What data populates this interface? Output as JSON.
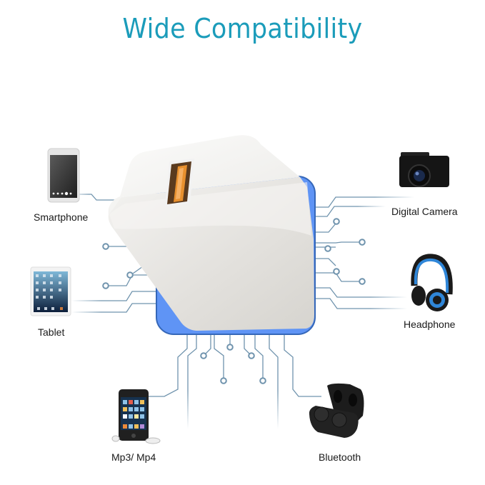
{
  "title": "Wide Compatibility",
  "colors": {
    "title": "#1b9cba",
    "chip_fill": "#5f94f5",
    "chip_border": "#3567b8",
    "trace": "#6f93ad",
    "charger_body": "#e8e6e2",
    "usb_port": "#e38a2c"
  },
  "devices": [
    {
      "id": "smartphone",
      "label": "Smartphone",
      "icon": "smartphone-icon"
    },
    {
      "id": "tablet",
      "label": "Tablet",
      "icon": "tablet-icon"
    },
    {
      "id": "mp3",
      "label": "Mp3/ Mp4",
      "icon": "music-player-icon"
    },
    {
      "id": "camera",
      "label": "Digital Camera",
      "icon": "camera-icon"
    },
    {
      "id": "headphone",
      "label": "Headphone",
      "icon": "headphone-icon"
    },
    {
      "id": "bluetooth",
      "label": "Bluetooth",
      "icon": "earbuds-icon"
    }
  ],
  "center": {
    "name": "USB wall charger",
    "icon": "usb-charger-icon"
  }
}
